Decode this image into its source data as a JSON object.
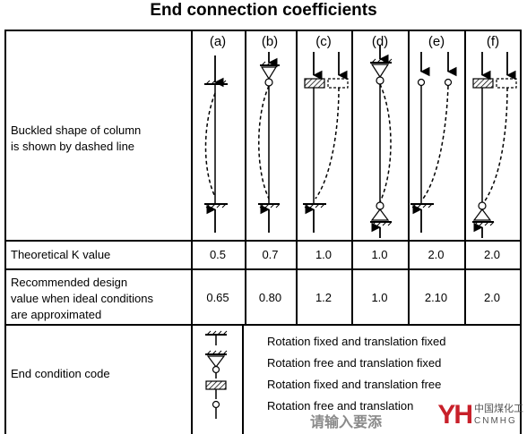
{
  "title": "End connection coefficients",
  "columns": [
    "(a)",
    "(b)",
    "(c)",
    "(d)",
    "(e)",
    "(f)"
  ],
  "rows": {
    "buckled_label": [
      "Buckled shape  of column",
      "is shown by dashed line"
    ],
    "theoretical_label": "Theoretical K value",
    "theoretical_values": [
      "0.5",
      "0.7",
      "1.0",
      "1.0",
      "2.0",
      "2.0"
    ],
    "recommended_label": [
      "Recommended design",
      "value when ideal conditions",
      "are approximated"
    ],
    "recommended_values": [
      "0.65",
      "0.80",
      "1.2",
      "1.0",
      "2.10",
      "2.0"
    ],
    "end_condition_label": "End condition code",
    "end_condition_texts": [
      "Rotation fixed and translation fixed",
      "Rotation free and translation fixed",
      "Rotation fixed and translation free",
      "Rotation free and translation"
    ]
  },
  "watermark": {
    "left_text": "请输入要添",
    "logo_letters": "YH",
    "logo_cn": "中国煤化工",
    "logo_en": "CNMHG"
  },
  "colors": {
    "logo_red": "#c8202a"
  }
}
